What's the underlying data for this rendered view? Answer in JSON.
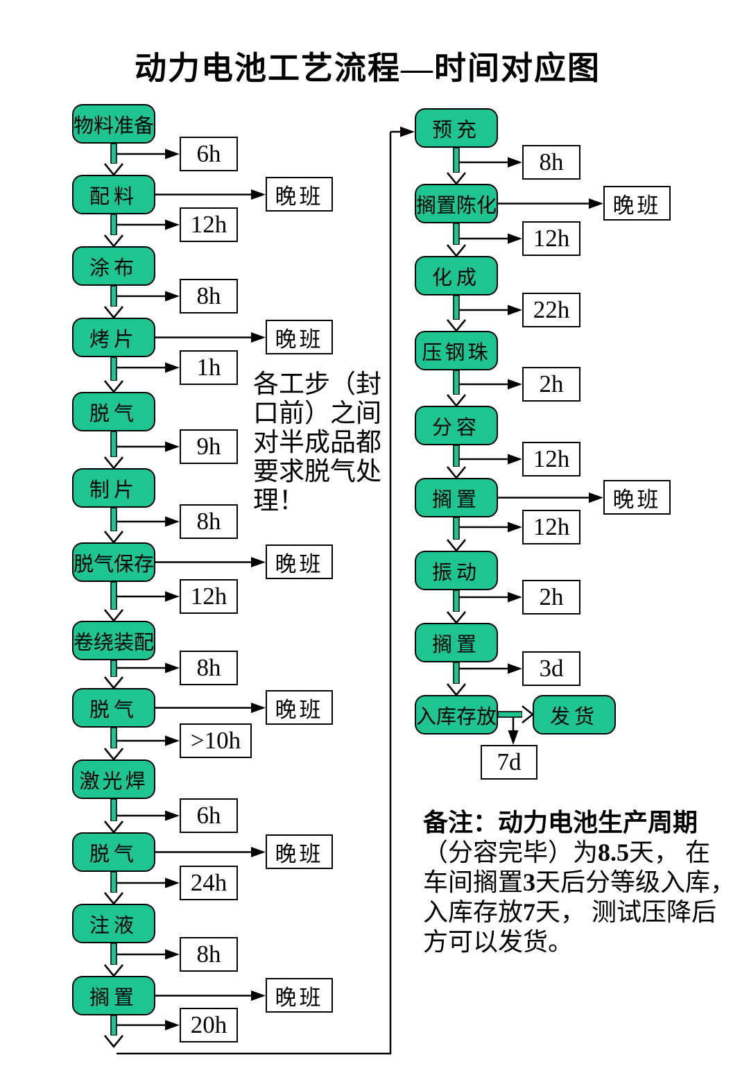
{
  "title": "动力电池工艺流程—时间对应图",
  "colors": {
    "node_fill": "#1EC492",
    "node_border": "#000000",
    "line": "#000000"
  },
  "left_column": {
    "steps": [
      {
        "label": "物料准备",
        "time": "6h",
        "night": null
      },
      {
        "label": "配料",
        "time": "12h",
        "night": "晚班"
      },
      {
        "label": "涂布",
        "time": "8h",
        "night": null
      },
      {
        "label": "烤片",
        "time": "1h",
        "night": "晚班"
      },
      {
        "label": "脱气",
        "time": "9h",
        "night": null
      },
      {
        "label": "制片",
        "time": "8h",
        "night": null
      },
      {
        "label": "脱气保存",
        "time": "12h",
        "night": "晚班"
      },
      {
        "label": "卷绕装配",
        "time": "8h",
        "night": null
      },
      {
        "label": "脱气",
        "time": ">10h",
        "night": "晚班"
      },
      {
        "label": "激光焊",
        "time": "6h",
        "night": null
      },
      {
        "label": "脱气",
        "time": "24h",
        "night": "晚班"
      },
      {
        "label": "注液",
        "time": "8h",
        "night": null
      },
      {
        "label": "搁置",
        "time": "20h",
        "night": "晚班"
      }
    ]
  },
  "right_column": {
    "steps": [
      {
        "label": "预充",
        "time": "8h",
        "night": null
      },
      {
        "label": "搁置陈化",
        "time": "12h",
        "night": "晚班"
      },
      {
        "label": "化成",
        "time": "22h",
        "night": null
      },
      {
        "label": "压钢珠",
        "time": "2h",
        "night": null
      },
      {
        "label": "分容",
        "time": "12h",
        "night": null
      },
      {
        "label": "搁置",
        "time": "12h",
        "night": "晚班"
      },
      {
        "label": "振动",
        "time": "2h",
        "night": null
      },
      {
        "label": "搁置",
        "time": "3d",
        "night": null
      },
      {
        "label": "入库存放",
        "time": "7d",
        "night": null
      }
    ],
    "final_step": {
      "label": "发货"
    }
  },
  "middle_note": {
    "lines": [
      "各工步（封",
      "口前）之间",
      "对半成品都",
      "要求脱气处",
      "理！"
    ]
  },
  "bottom_note": {
    "lines": [
      [
        {
          "text": "备注：",
          "bold": true
        },
        {
          "text": "动力电池生产周期",
          "bold": true
        }
      ],
      [
        {
          "text": "（分容完毕）为",
          "bold": false
        },
        {
          "text": "8.5",
          "bold": true
        },
        {
          "text": "天，",
          "bold": false
        },
        {
          "text": " 在",
          "bold": false
        }
      ],
      [
        {
          "text": "车间搁置",
          "bold": false
        },
        {
          "text": "3",
          "bold": true
        },
        {
          "text": "天后分等级入库，",
          "bold": false
        }
      ],
      [
        {
          "text": "入库存放",
          "bold": false
        },
        {
          "text": "7",
          "bold": true
        },
        {
          "text": "天，",
          "bold": false
        },
        {
          "text": " 测试压降后",
          "bold": false
        }
      ],
      [
        {
          "text": "方可以发货。",
          "bold": false
        }
      ]
    ]
  }
}
